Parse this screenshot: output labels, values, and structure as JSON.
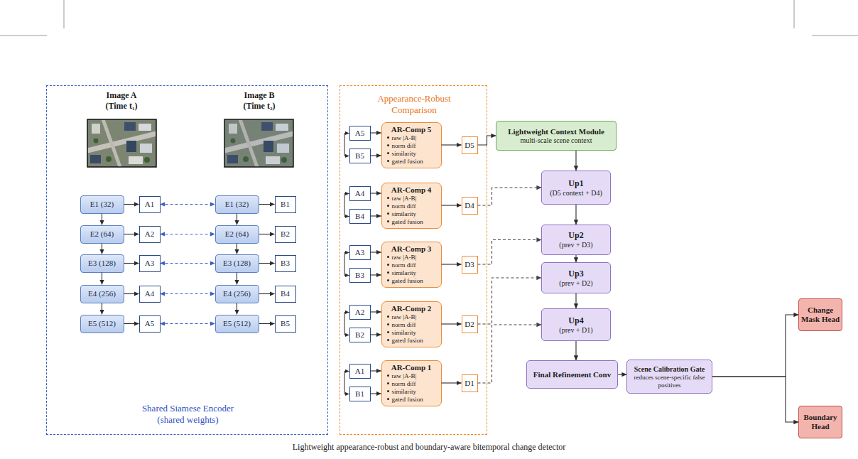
{
  "diagram": {
    "caption": "Lightweight appearance-robust and boundary-aware bitemporal change detector",
    "nodes": [
      {
        "text": [
          "Shared Siamese Encoder (shared weights)"
        ]
      },
      {
        "text": [
          "E1 (32)"
        ],
        "in": 0
      },
      {
        "text": [
          "A1"
        ],
        "in": 0
      },
      {
        "text": [
          "E1 (32)"
        ],
        "in": 0
      },
      {
        "text": [
          "B1"
        ],
        "in": 0
      },
      {
        "text": [
          "E2 (64)"
        ],
        "in": 0
      },
      {
        "text": [
          "A2"
        ],
        "in": 0
      },
      {
        "text": [
          "E2 (64)"
        ],
        "in": 0
      },
      {
        "text": [
          "B2"
        ],
        "in": 0
      },
      {
        "text": [
          "E3 (128)"
        ],
        "in": 0
      },
      {
        "text": [
          "A3"
        ],
        "in": 0
      },
      {
        "text": [
          "E3 (128)"
        ],
        "in": 0
      },
      {
        "text": [
          "B3"
        ],
        "in": 0
      },
      {
        "text": [
          "E4 (256)"
        ],
        "in": 0
      },
      {
        "text": [
          "A4"
        ],
        "in": 0
      },
      {
        "text": [
          "E4 (256)"
        ],
        "in": 0
      },
      {
        "text": [
          "B4"
        ],
        "in": 0
      },
      {
        "text": [
          "E5 (512)"
        ],
        "in": 0
      },
      {
        "text": [
          "A5"
        ],
        "in": 0
      },
      {
        "text": [
          "E5 (512)"
        ],
        "in": 0
      },
      {
        "text": [
          "B5"
        ],
        "in": 0
      },
      {
        "text": [
          "Appearance-Robust Comparison"
        ]
      },
      {
        "text": [
          "A5"
        ],
        "in": 21
      },
      {
        "text": [
          "B5"
        ],
        "in": 21
      },
      {
        "text": [
          "AR-Comp 5",
          "raw |A-B|",
          "norm diff",
          "similarity",
          "gated fusion"
        ],
        "in": 21
      },
      {
        "text": [
          "D5"
        ],
        "in": 21
      },
      {
        "text": [
          "A4"
        ],
        "in": 21
      },
      {
        "text": [
          "B4"
        ],
        "in": 21
      },
      {
        "text": [
          "AR-Comp 4",
          "raw |A-B|",
          "norm diff",
          "similarity",
          "gated fusion"
        ],
        "in": 21
      },
      {
        "text": [
          "D4"
        ],
        "in": 21
      },
      {
        "text": [
          "A3"
        ],
        "in": 21
      },
      {
        "text": [
          "B3"
        ],
        "in": 21
      },
      {
        "text": [
          "AR-Comp 3",
          "raw |A-B|",
          "norm diff",
          "similarity",
          "gated fusion"
        ],
        "in": 21
      },
      {
        "text": [
          "D3"
        ],
        "in": 21
      },
      {
        "text": [
          "A2"
        ],
        "in": 21
      },
      {
        "text": [
          "B2"
        ],
        "in": 21
      },
      {
        "text": [
          "AR-Comp 2",
          "raw |A-B|",
          "norm diff",
          "similarity",
          "gated fusion"
        ],
        "in": 21
      },
      {
        "text": [
          "D2"
        ],
        "in": 21
      },
      {
        "text": [
          "A1"
        ],
        "in": 21
      },
      {
        "text": [
          "B1"
        ],
        "in": 21
      },
      {
        "text": [
          "AR-Comp 1",
          "raw |A-B|",
          "norm diff",
          "similarity",
          "gated fusion"
        ],
        "in": 21
      },
      {
        "text": [
          "D1"
        ],
        "in": 21
      },
      {
        "text": [
          "Lightweight Context Module",
          "multi-scale scene context"
        ]
      },
      {
        "text": [
          "Up1",
          "(D5 context + D4)"
        ]
      },
      {
        "text": [
          "Up2",
          "(prev + D3)"
        ]
      },
      {
        "text": [
          "Up3",
          "(prev + D2)"
        ]
      },
      {
        "text": [
          "Up4",
          "(prev + D1)"
        ]
      },
      {
        "text": [
          "Final Refinement Conv"
        ]
      },
      {
        "text": [
          "Scene Calibration Gate",
          "reduces scene-specific false positives"
        ]
      },
      {
        "text": [
          "Change Mask Head"
        ]
      },
      {
        "text": [
          "Boundary Head"
        ]
      }
    ],
    "edges": [
      {
        "from": 1,
        "to": 2,
        "arrow": "to"
      },
      {
        "from": 2,
        "to": 3,
        "arrow": "both"
      },
      {
        "from": 3,
        "to": 4,
        "arrow": "to"
      },
      {
        "from": 1,
        "to": 5,
        "arrow": "to"
      },
      {
        "from": 3,
        "to": 7,
        "arrow": "to"
      },
      {
        "from": 5,
        "to": 6,
        "arrow": "to"
      },
      {
        "from": 6,
        "to": 7,
        "arrow": "both"
      },
      {
        "from": 7,
        "to": 8,
        "arrow": "to"
      },
      {
        "from": 5,
        "to": 9,
        "arrow": "to"
      },
      {
        "from": 7,
        "to": 11,
        "arrow": "to"
      },
      {
        "from": 9,
        "to": 10,
        "arrow": "to"
      },
      {
        "from": 10,
        "to": 11,
        "arrow": "both"
      },
      {
        "from": 11,
        "to": 12,
        "arrow": "to"
      },
      {
        "from": 9,
        "to": 13,
        "arrow": "to"
      },
      {
        "from": 11,
        "to": 15,
        "arrow": "to"
      },
      {
        "from": 13,
        "to": 14,
        "arrow": "to"
      },
      {
        "from": 14,
        "to": 15,
        "arrow": "both"
      },
      {
        "from": 15,
        "to": 16,
        "arrow": "to"
      },
      {
        "from": 13,
        "to": 17,
        "arrow": "to"
      },
      {
        "from": 15,
        "to": 19,
        "arrow": "to"
      },
      {
        "from": 17,
        "to": 18,
        "arrow": "to"
      },
      {
        "from": 18,
        "to": 19,
        "arrow": "both"
      },
      {
        "from": 19,
        "to": 20,
        "arrow": "to"
      },
      {
        "from": 22,
        "to": 24,
        "arrow": "to"
      },
      {
        "from": 23,
        "to": 24,
        "arrow": "to"
      },
      {
        "from": 24,
        "to": 25,
        "arrow": "to"
      },
      {
        "from": 26,
        "to": 28,
        "arrow": "to"
      },
      {
        "from": 27,
        "to": 28,
        "arrow": "to"
      },
      {
        "from": 28,
        "to": 29,
        "arrow": "to"
      },
      {
        "from": 30,
        "to": 32,
        "arrow": "to"
      },
      {
        "from": 31,
        "to": 32,
        "arrow": "to"
      },
      {
        "from": 32,
        "to": 33,
        "arrow": "to"
      },
      {
        "from": 34,
        "to": 36,
        "arrow": "to"
      },
      {
        "from": 35,
        "to": 36,
        "arrow": "to"
      },
      {
        "from": 36,
        "to": 37,
        "arrow": "to"
      },
      {
        "from": 38,
        "to": 40,
        "arrow": "to"
      },
      {
        "from": 39,
        "to": 40,
        "arrow": "to"
      },
      {
        "from": 40,
        "to": 41,
        "arrow": "to"
      },
      {
        "from": 25,
        "to": 42,
        "arrow": "to"
      },
      {
        "from": 42,
        "to": 43,
        "arrow": "to"
      },
      {
        "from": 29,
        "to": 43,
        "arrow": "to"
      },
      {
        "from": 43,
        "to": 44,
        "arrow": "to"
      },
      {
        "from": 33,
        "to": 44,
        "arrow": "to"
      },
      {
        "from": 44,
        "to": 45,
        "arrow": "to"
      },
      {
        "from": 37,
        "to": 45,
        "arrow": "to"
      },
      {
        "from": 45,
        "to": 46,
        "arrow": "to"
      },
      {
        "from": 41,
        "to": 46,
        "arrow": "to"
      },
      {
        "from": 46,
        "to": 47,
        "arrow": "to"
      },
      {
        "from": 47,
        "to": 48,
        "arrow": "to"
      },
      {
        "from": 48,
        "to": 49,
        "arrow": "to"
      },
      {
        "from": 48,
        "to": 50,
        "arrow": "to"
      }
    ],
    "labels": [
      "Image A (Time t₁)",
      "Image B (Time t₂)"
    ]
  }
}
